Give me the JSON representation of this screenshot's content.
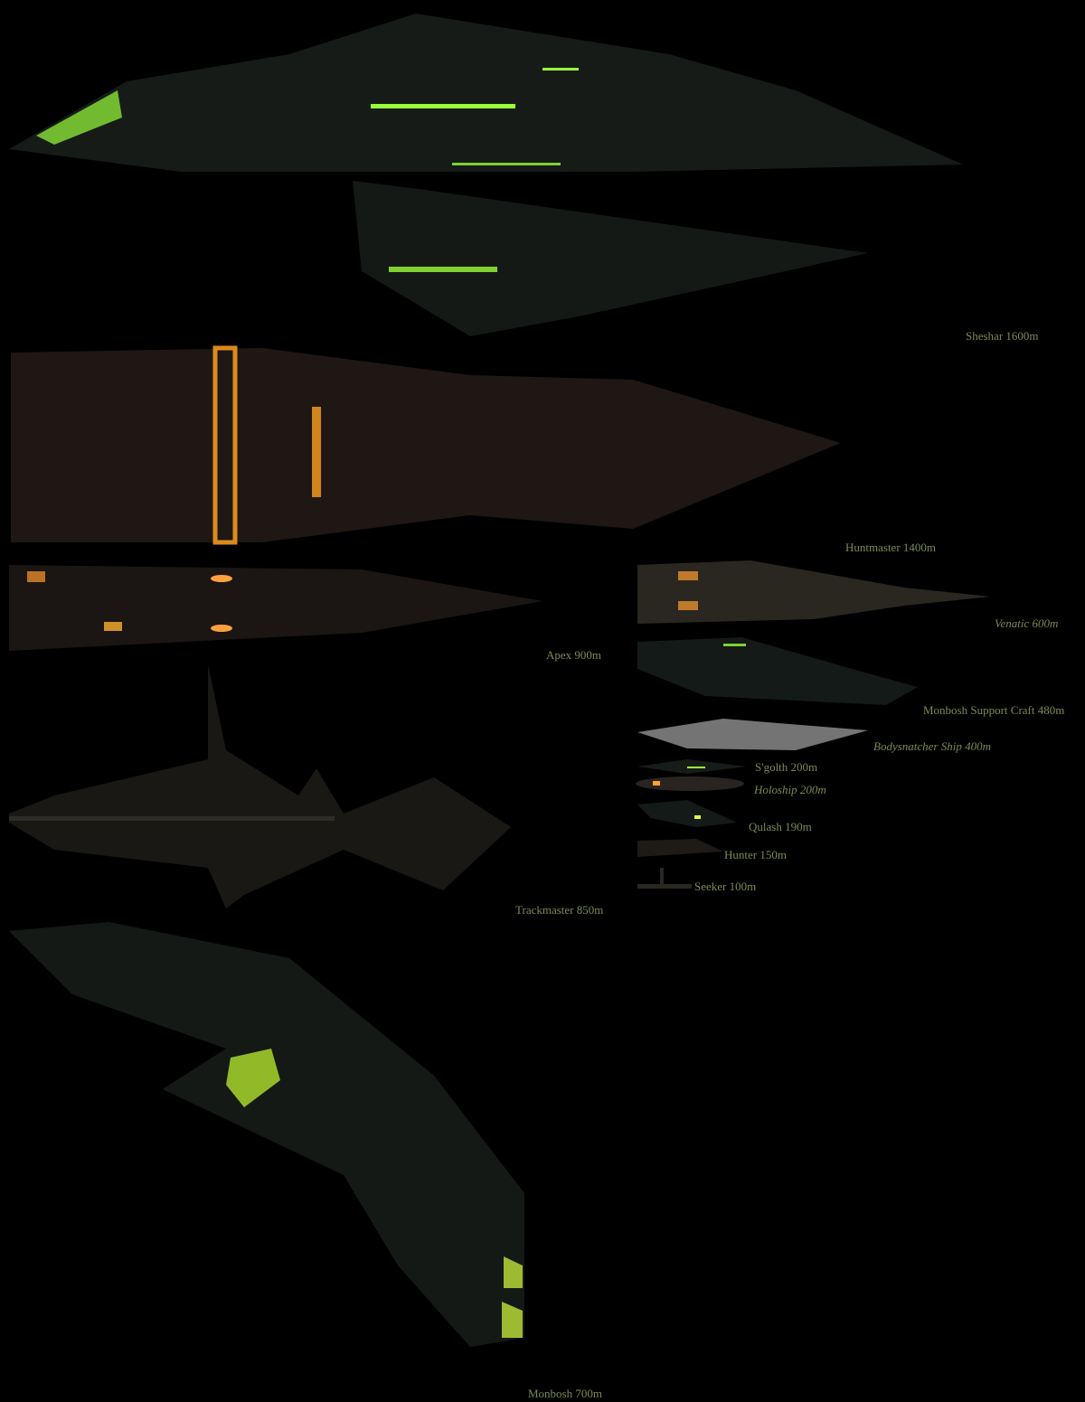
{
  "colors": {
    "background": "#000000",
    "label": "#7a8a55",
    "accent_green": "#9aff3a",
    "accent_amber": "#ffb020",
    "hull": "#1a1f1a"
  },
  "ships": [
    {
      "name": "Sheshar",
      "length": "1600m",
      "label": "Sheshar 1600m",
      "italic": false
    },
    {
      "name": "Huntmaster",
      "length": "1400m",
      "label": "Huntmaster 1400m",
      "italic": false
    },
    {
      "name": "Apex",
      "length": "900m",
      "label": "Apex 900m",
      "italic": false
    },
    {
      "name": "Trackmaster",
      "length": "850m",
      "label": "Trackmaster 850m",
      "italic": false
    },
    {
      "name": "Monbosh",
      "length": "700m",
      "label": "Monbosh 700m",
      "italic": false
    },
    {
      "name": "Venatic",
      "length": "600m",
      "label": "Venatic 600m",
      "italic": true
    },
    {
      "name": "Monbosh Support Craft",
      "length": "480m",
      "label": "Monbosh Support Craft 480m",
      "italic": false
    },
    {
      "name": "Bodysnatcher Ship",
      "length": "400m",
      "label": "Bodysnatcher Ship 400m",
      "italic": true
    },
    {
      "name": "S'golth",
      "length": "200m",
      "label": "S'golth 200m",
      "italic": false
    },
    {
      "name": "Holoship",
      "length": "200m",
      "label": "Holoship 200m",
      "italic": true
    },
    {
      "name": "Qulash",
      "length": "190m",
      "label": "Qulash 190m",
      "italic": false
    },
    {
      "name": "Hunter",
      "length": "150m",
      "label": "Hunter 150m",
      "italic": false
    },
    {
      "name": "Seeker",
      "length": "100m",
      "label": "Seeker 100m",
      "italic": false
    }
  ]
}
